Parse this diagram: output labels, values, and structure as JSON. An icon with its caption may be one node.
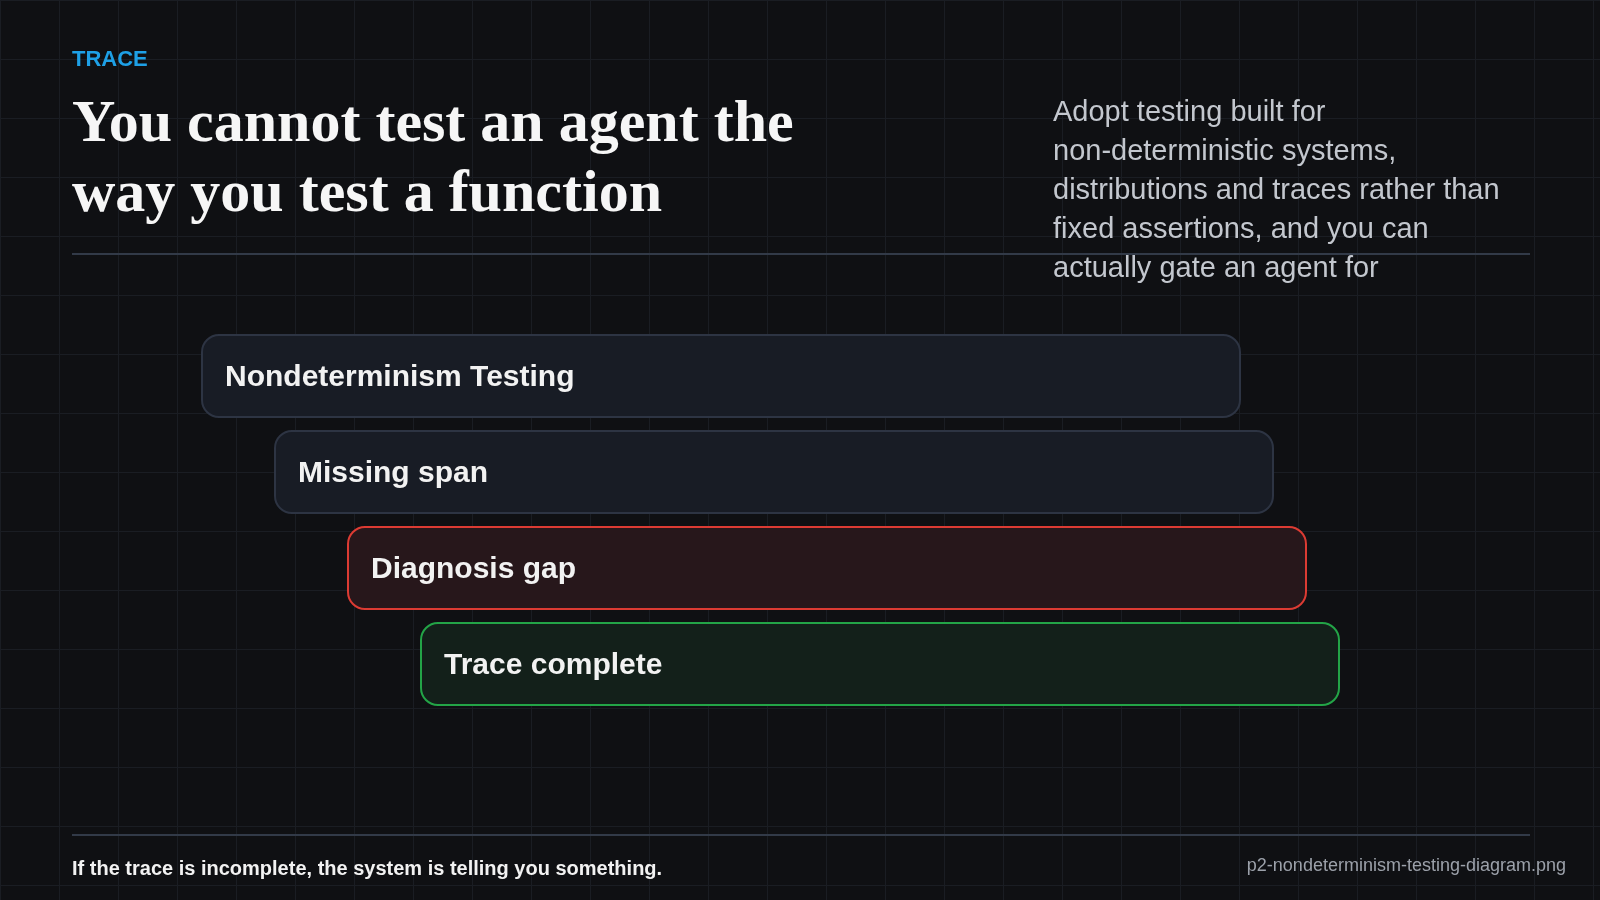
{
  "diagram": {
    "title": "You cannot test an agent the way you test a function",
    "caption": "If the trace is incomplete, the system is telling you something.",
    "nodes": [
      {
        "text": [
          "Nondeterminism Testing"
        ]
      },
      {
        "text": [
          "Missing span"
        ]
      },
      {
        "text": [
          "Diagnosis gap"
        ]
      },
      {
        "text": [
          "Trace complete"
        ]
      }
    ],
    "labels": [
      "TRACE",
      "Adopt testing built for non-deterministic systems, distributions and traces rather than fixed assertions, and you can actually gate an agent for",
      "p2-nondeterminism-testing-diagram.png"
    ]
  }
}
